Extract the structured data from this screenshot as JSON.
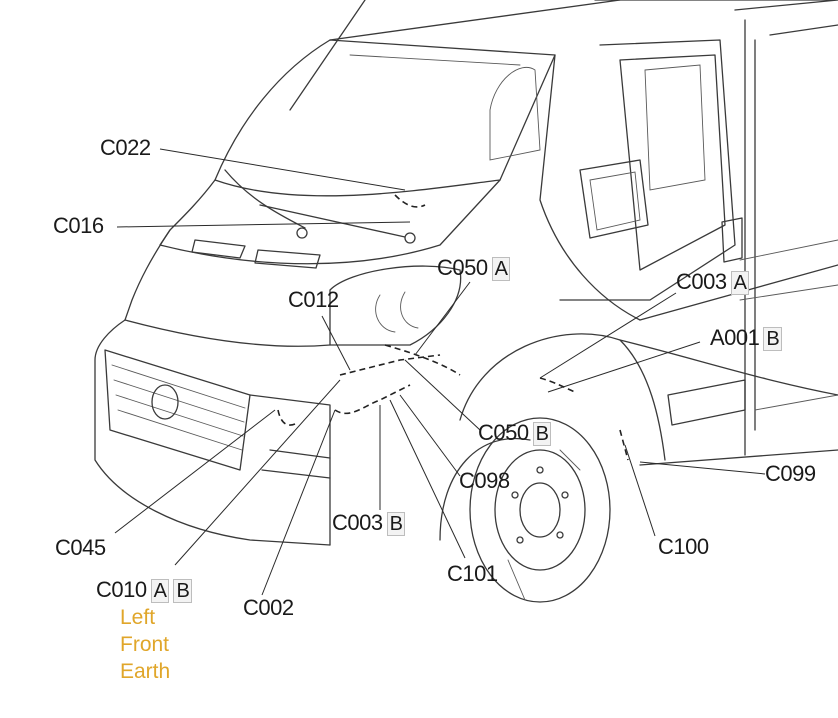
{
  "labels": {
    "c022": "C022",
    "c016": "C016",
    "c012": "C012",
    "c050a": {
      "code": "C050",
      "suffix": "A"
    },
    "c003a": {
      "code": "C003",
      "suffix": "A"
    },
    "a001b": {
      "code": "A001",
      "suffix": "B"
    },
    "c050b": {
      "code": "C050",
      "suffix": "B"
    },
    "c098": "C098",
    "c099": "C099",
    "c045": "C045",
    "c003b": {
      "code": "C003",
      "suffix": "B"
    },
    "c101": "C101",
    "c100": "C100",
    "c002": "C002",
    "c010": {
      "code": "C010",
      "suffix_a": "A",
      "suffix_b": "B"
    }
  },
  "note": [
    "Left",
    "Front",
    "Earth"
  ],
  "colors": {
    "note": "#e0a62a",
    "line": "#2a2a2a"
  }
}
